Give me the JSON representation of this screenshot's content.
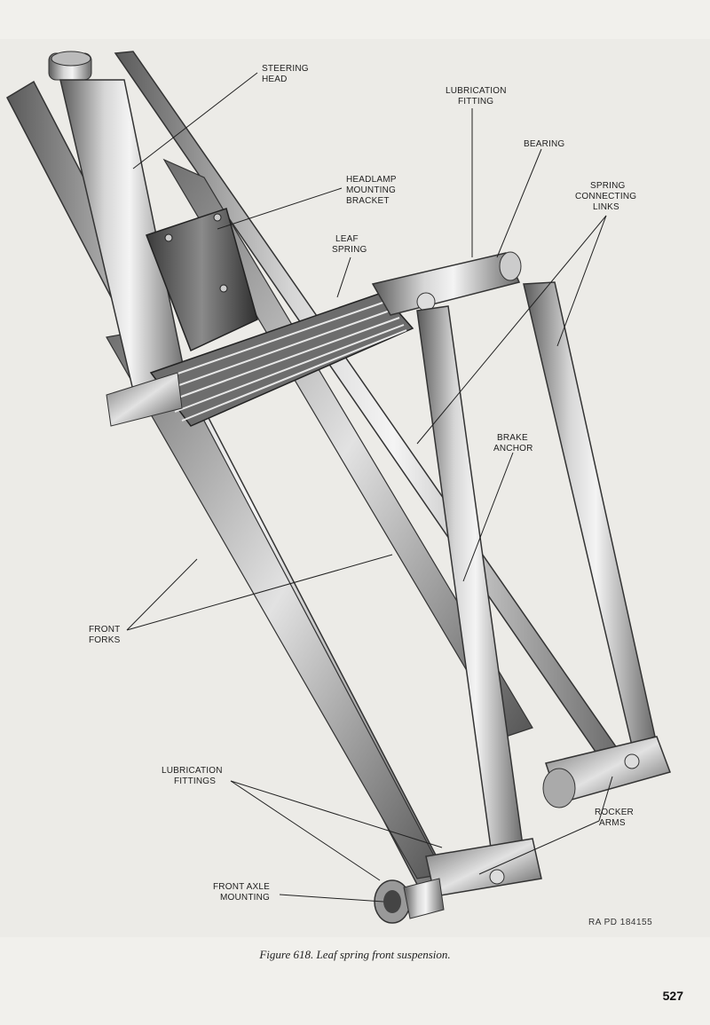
{
  "figure": {
    "caption": "Figure 618.  Leaf spring front suspension.",
    "reference_code": "RA PD  184155",
    "page_number": "527"
  },
  "labels": {
    "steering_head": [
      "STEERING",
      "HEAD"
    ],
    "lubrication_fitting": [
      "LUBRICATION",
      "FITTING"
    ],
    "bearing": [
      "BEARING"
    ],
    "headlamp_mounting_bracket": [
      "HEADLAMP",
      "MOUNTING",
      "BRACKET"
    ],
    "spring_connecting_links": [
      "SPRING",
      "CONNECTING",
      "LINKS"
    ],
    "leaf_spring": [
      "LEAF",
      "SPRING"
    ],
    "brake_anchor": [
      "BRAKE",
      "ANCHOR"
    ],
    "front_forks": [
      "FRONT",
      "FORKS"
    ],
    "lubrication_fittings": [
      "LUBRICATION",
      "FITTINGS"
    ],
    "rocker_arms": [
      "ROCKER",
      "ARMS"
    ],
    "front_axle_mounting": [
      "FRONT AXLE",
      "MOUNTING"
    ]
  }
}
